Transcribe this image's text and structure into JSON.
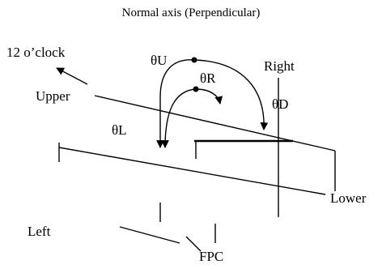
{
  "labels": {
    "normal_axis": "Normal axis (Perpendicular)",
    "twelve_oclock": "12 o’clock",
    "upper": "Upper",
    "theta_u": "θU",
    "theta_r": "θR",
    "theta_d": "θD",
    "theta_l": "θL",
    "right": "Right",
    "lower": "Lower",
    "left": "Left",
    "fpc": "FPC"
  },
  "colors": {
    "ink": "#000000",
    "background": "#ffffff"
  }
}
